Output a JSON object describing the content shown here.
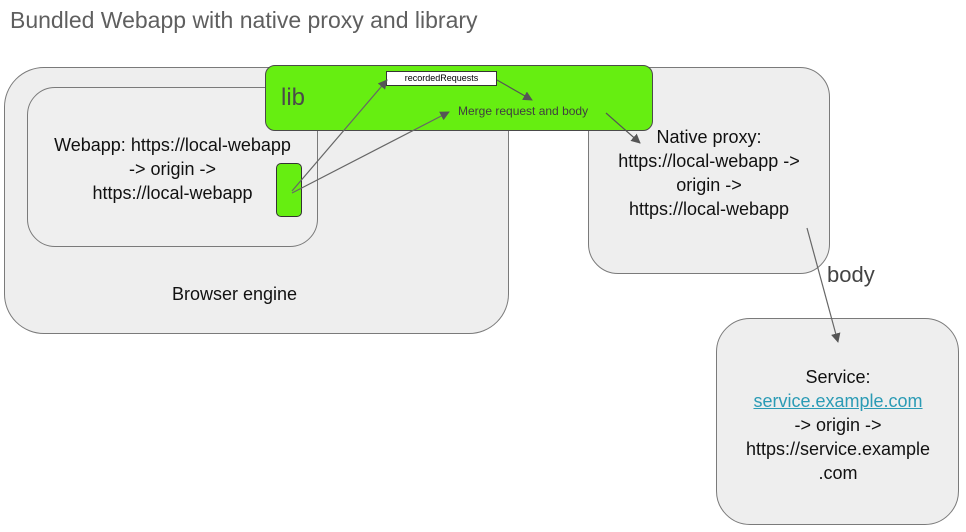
{
  "title": "Bundled Webapp with native proxy and library",
  "lib": {
    "label": "lib",
    "recorded_requests": "recordedRequests",
    "merge_label": "Merge request and body"
  },
  "webapp": {
    "line1": "Webapp: https://local-webapp",
    "line2": "-> origin ->",
    "line3": "https://local-webapp"
  },
  "browser": {
    "label": "Browser engine"
  },
  "proxy": {
    "line1": "Native proxy:",
    "line2": "https://local-webapp ->",
    "line3": "origin ->",
    "line4": "https://local-webapp"
  },
  "body_label": "body",
  "service": {
    "line1": "Service:",
    "link": "service.example.com",
    "line3": "-> origin ->",
    "line4": "https://service.example",
    "line5": ".com"
  },
  "colors": {
    "lib_green": "#66ee11",
    "box_fill": "#eeeeee",
    "link": "#2b9bb5"
  }
}
